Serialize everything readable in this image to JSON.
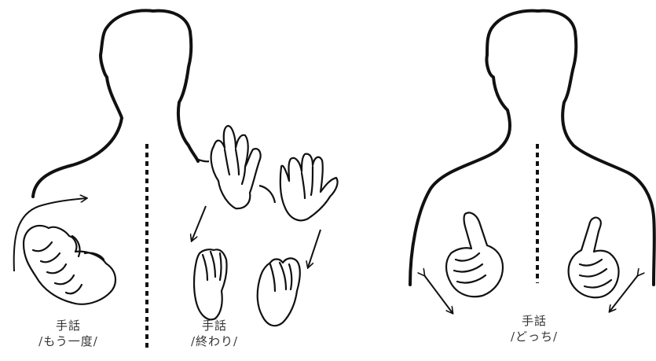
{
  "captions": [
    {
      "title": "手話",
      "word": "/もう一度/"
    },
    {
      "title": "手話",
      "word": "/終わり/"
    },
    {
      "title": "手話",
      "word": "/どっち/"
    }
  ],
  "figures": [
    {
      "name": "torso-left",
      "sign": "もう一度"
    },
    {
      "name": "torso-right",
      "sign": "どっち"
    }
  ]
}
